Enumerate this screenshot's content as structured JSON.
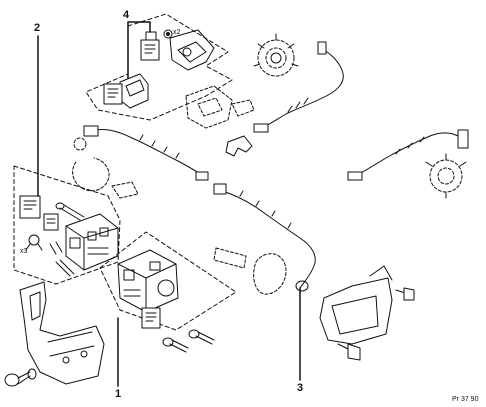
{
  "callouts": {
    "c1": "1",
    "c2": "2",
    "c3": "3",
    "c4": "4"
  },
  "small_labels": {
    "x2_top": "x2",
    "x2_left": "x3"
  },
  "reference": "Pr 37 90",
  "colors": {
    "line": "#111111",
    "background": "#ffffff"
  }
}
